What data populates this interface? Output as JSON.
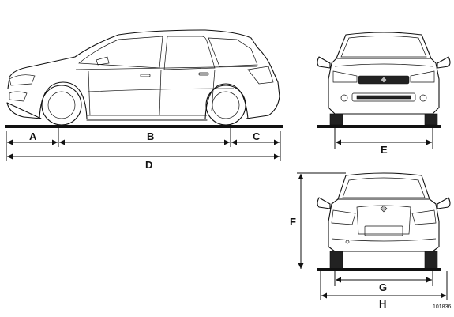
{
  "diagram": {
    "dimension_labels": {
      "A": "A",
      "B": "B",
      "C": "C",
      "D": "D",
      "E": "E",
      "F": "F",
      "G": "G",
      "H": "H"
    },
    "reference_code": "101836"
  }
}
